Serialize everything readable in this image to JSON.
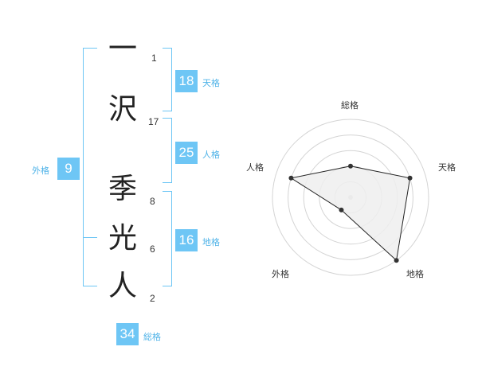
{
  "name": {
    "characters": [
      {
        "char": "一",
        "strokes": "1"
      },
      {
        "char": "沢",
        "strokes": "17"
      },
      {
        "char": "季",
        "strokes": "8"
      },
      {
        "char": "光",
        "strokes": "6"
      },
      {
        "char": "人",
        "strokes": "2"
      }
    ]
  },
  "fortunes": {
    "tenkaku": {
      "value": "18",
      "label": "天格"
    },
    "jinkaku": {
      "value": "25",
      "label": "人格"
    },
    "chikaku": {
      "value": "16",
      "label": "地格"
    },
    "gaikaku": {
      "value": "9",
      "label": "外格"
    },
    "soukaku": {
      "value": "34",
      "label": "総格"
    }
  },
  "colors": {
    "accent": "#6ec6f5",
    "label_accent": "#4fb3e8"
  },
  "chart_data": {
    "type": "radar",
    "axes": [
      "総格",
      "天格",
      "地格",
      "外格",
      "人格"
    ],
    "max": 5,
    "values": [
      2,
      4,
      5,
      1,
      4
    ]
  }
}
